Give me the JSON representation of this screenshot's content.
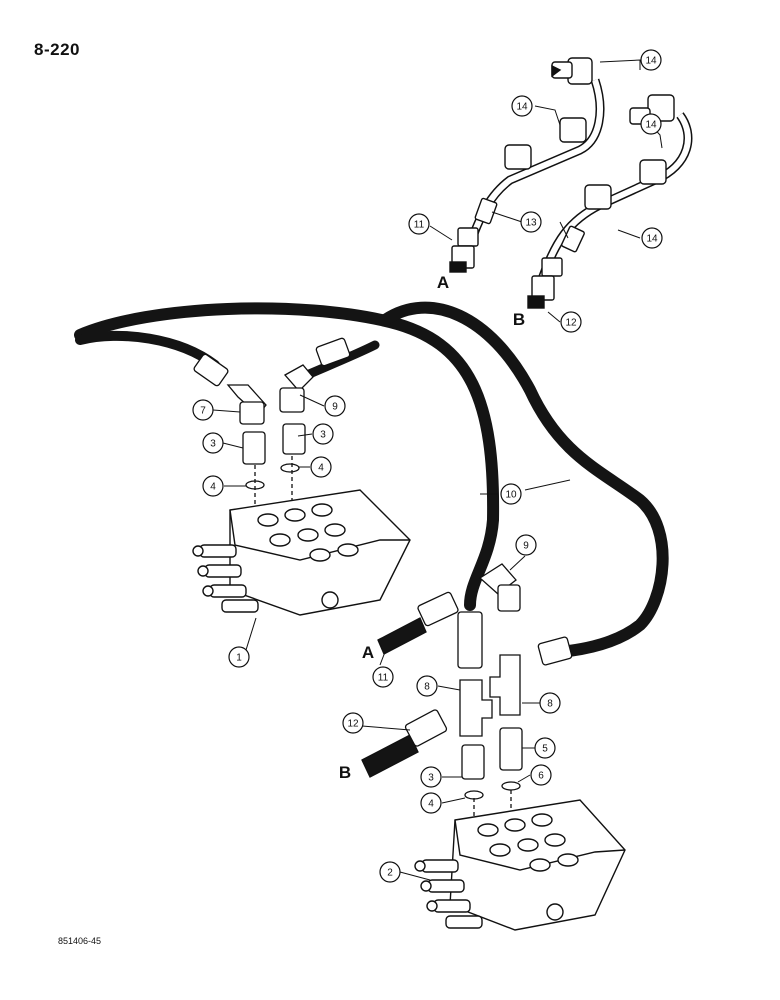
{
  "page_number": "8-220",
  "figure_code": "851406-45",
  "callouts": [
    {
      "label": "14"
    },
    {
      "label": "14"
    },
    {
      "label": "14"
    },
    {
      "label": "14"
    },
    {
      "label": "11"
    },
    {
      "label": "13"
    },
    {
      "label": "12"
    },
    {
      "label": "7"
    },
    {
      "label": "9"
    },
    {
      "label": "3"
    },
    {
      "label": "3"
    },
    {
      "label": "4"
    },
    {
      "label": "4"
    },
    {
      "label": "10"
    },
    {
      "label": "1"
    },
    {
      "label": "9"
    },
    {
      "label": "11"
    },
    {
      "label": "8"
    },
    {
      "label": "8"
    },
    {
      "label": "12"
    },
    {
      "label": "5"
    },
    {
      "label": "3"
    },
    {
      "label": "6"
    },
    {
      "label": "4"
    },
    {
      "label": "2"
    }
  ],
  "letters": [
    {
      "label": "A"
    },
    {
      "label": "B"
    },
    {
      "label": "A"
    },
    {
      "label": "B"
    }
  ],
  "colors": {
    "ink": "#111111",
    "paper": "#ffffff",
    "hose": "#141414"
  }
}
